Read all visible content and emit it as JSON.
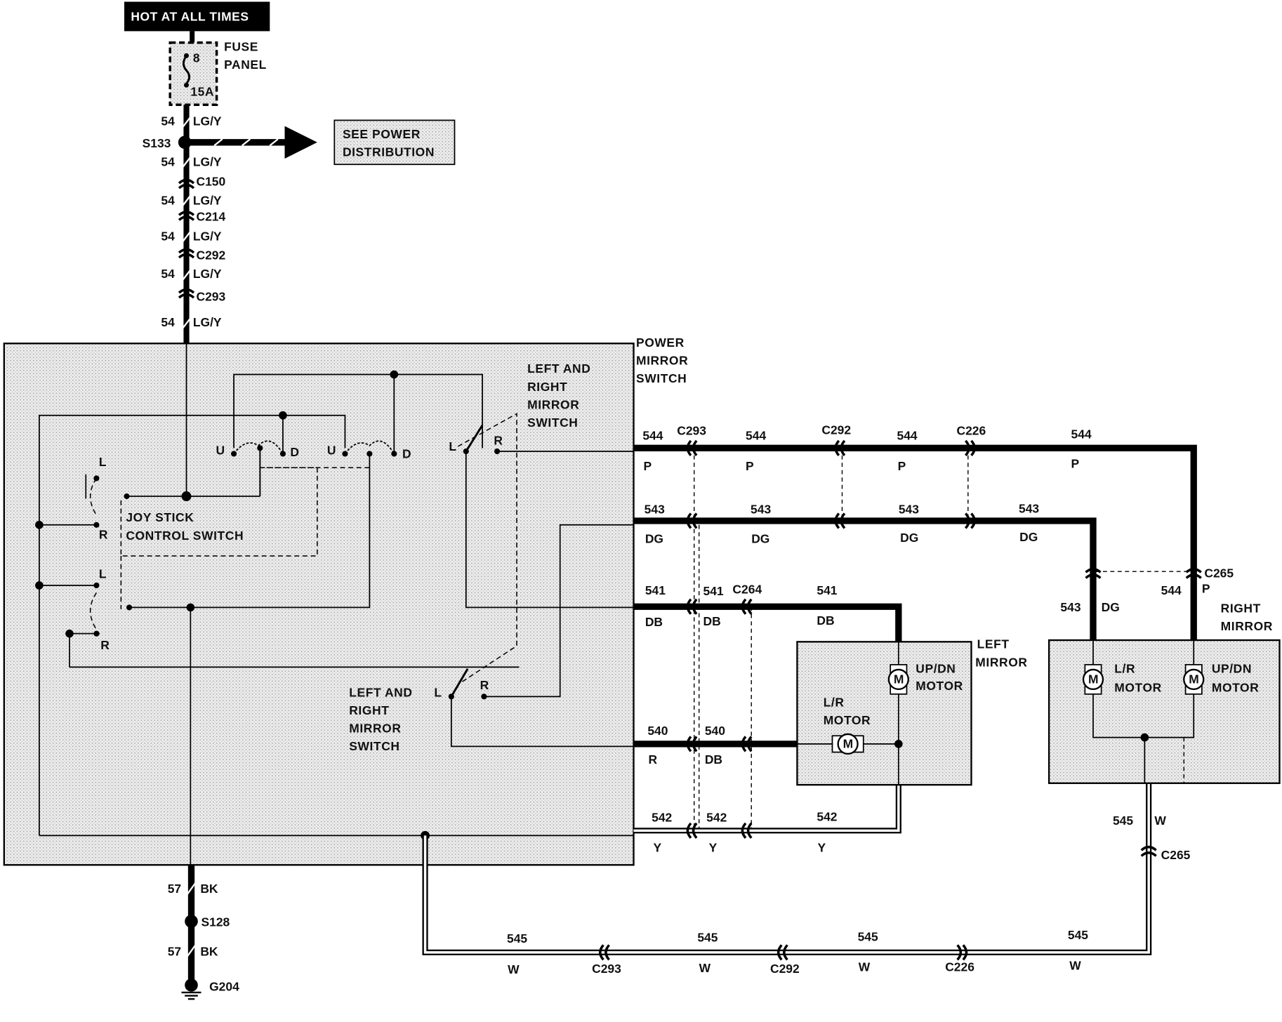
{
  "labels": {
    "hot_at_all_times": "HOT AT ALL TIMES",
    "fuse_panel": [
      "FUSE",
      "PANEL"
    ],
    "fuse_number": "8",
    "fuse_rating": "15A",
    "see_power_distribution": [
      "SEE POWER",
      "DISTRIBUTION"
    ],
    "power_mirror_switch": [
      "POWER",
      "MIRROR",
      "SWITCH"
    ],
    "joystick_control_switch": [
      "JOY STICK",
      "CONTROL SWITCH"
    ],
    "left_right_mirror_switch_top": [
      "LEFT AND",
      "RIGHT",
      "MIRROR",
      "SWITCH"
    ],
    "left_right_mirror_switch_bottom": [
      "LEFT AND",
      "RIGHT",
      "MIRROR",
      "SWITCH"
    ],
    "left_mirror": [
      "LEFT",
      "MIRROR"
    ],
    "right_mirror": [
      "RIGHT",
      "MIRROR"
    ],
    "up_dn_motor": [
      "UP/DN",
      "MOTOR"
    ],
    "lr_motor": [
      "L/R",
      "MOTOR"
    ],
    "motor_symbol": "M",
    "switch_letters": {
      "u": "U",
      "d": "D",
      "l": "L",
      "r": "R"
    }
  },
  "feed_wire": {
    "segments": [
      {
        "circuit": "54",
        "color": "LG/Y"
      },
      {
        "circuit": "54",
        "color": "LG/Y"
      },
      {
        "circuit": "54",
        "color": "LG/Y"
      },
      {
        "circuit": "54",
        "color": "LG/Y"
      },
      {
        "circuit": "54",
        "color": "LG/Y"
      },
      {
        "circuit": "54",
        "color": "LG/Y"
      }
    ],
    "splice": "S133",
    "connectors": [
      "C150",
      "C214",
      "C292",
      "C293"
    ]
  },
  "ground_wire": {
    "segments": [
      {
        "circuit": "57",
        "color": "BK"
      },
      {
        "circuit": "57",
        "color": "BK"
      }
    ],
    "splice": "S128",
    "ground": "G204"
  },
  "harness": {
    "w544": {
      "circuits": [
        "544",
        "544",
        "544",
        "544"
      ],
      "colors": [
        "P",
        "P",
        "P",
        "P"
      ]
    },
    "w543": {
      "circuits": [
        "543",
        "543",
        "543",
        "543"
      ],
      "colors": [
        "DG",
        "DG",
        "DG",
        "DG"
      ]
    },
    "w541": {
      "circuits": [
        "541",
        "541",
        "541"
      ],
      "colors": [
        "DB",
        "DB",
        "DB"
      ]
    },
    "w540": {
      "circuits": [
        "540",
        "540"
      ],
      "colors": [
        "R",
        "DB"
      ]
    },
    "w542": {
      "circuits": [
        "542",
        "542",
        "542"
      ],
      "colors": [
        "Y",
        "Y",
        "Y"
      ]
    },
    "w545": {
      "circuits": [
        "545",
        "545",
        "545",
        "545"
      ],
      "colors": [
        "W",
        "W",
        "W",
        "W"
      ]
    },
    "right_drop": {
      "c543": "543",
      "dg": "DG",
      "c544": "544",
      "p": "P",
      "c545": "545",
      "w": "W"
    },
    "connectors": {
      "c293": "C293",
      "c292": "C292",
      "c226": "C226",
      "c264": "C264",
      "c265": "C265"
    }
  }
}
